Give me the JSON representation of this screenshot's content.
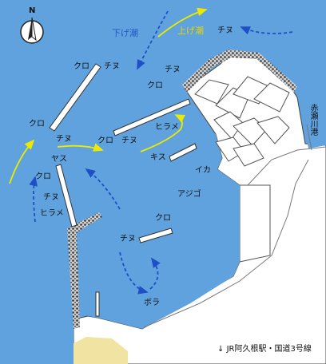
{
  "colors": {
    "sea": "#5fa2dd",
    "land": "#ffffff",
    "rock": "#333333",
    "beach": "#f1e4a3",
    "ebb_current": "#1f4fc8",
    "flood_current": "#ecea00",
    "text": "#111111"
  },
  "compass": {
    "north_label": "N",
    "icon": "north-arrow-icon"
  },
  "currents": {
    "ebb": "下げ潮",
    "flood": "上げ潮"
  },
  "fish": {
    "top_right_chinu": "チヌ",
    "breakwater_kuro": "クロ",
    "breakwater_chinu": "チヌ",
    "mid_chinu": "チヌ",
    "mid_kuro": "クロ",
    "left_kuro": "クロ",
    "left_chinu": "チヌ",
    "yasu": "ヤス",
    "pier_kuro": "クロ",
    "pier_chinu": "チヌ",
    "pier_hirame": "ヒラメ",
    "harbor_hirame": "ヒラメ",
    "jetty_kuro": "クロ",
    "jetty_chinu": "チヌ",
    "kisu": "キス",
    "ika": "イカ",
    "ajigo": "アジゴ",
    "inner_kuro": "クロ",
    "inner_chinu": "チヌ",
    "bora": "ボラ"
  },
  "places": {
    "river_port": "赤瀬川港",
    "station": "JR阿久根駅・国道3号線"
  }
}
